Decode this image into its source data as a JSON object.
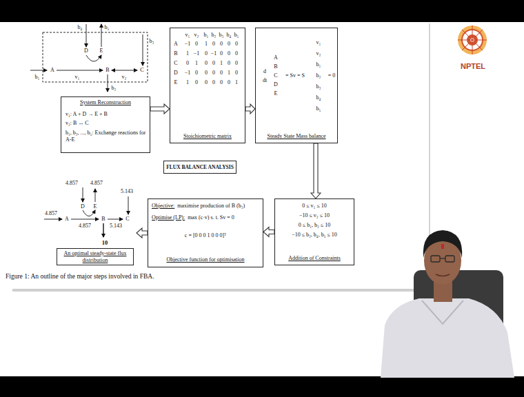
{
  "diagram": {
    "caption": "Figure 1: An outline of the major steps involved in FBA.",
    "nodes": [
      {
        "text": [
          "System Reconstruction",
          "v₁: A + D → E + B",
          "v₂: B ↔ C",
          "b₁, b₂, ..., b₅: Exchange reactions for A-E"
        ]
      },
      {
        "text": [
          "Stoichiometric matrix"
        ]
      },
      {
        "text": [
          "Steady State Mass balance"
        ]
      },
      {
        "text": [
          "FLUX BALANCE ANALYSIS"
        ]
      },
      {
        "text": [
          "0 ≤ v₁ ≤ 10",
          "−10 ≤ v₂ ≤ 10",
          "0 ≤ b₁, b₂ ≤ 10",
          "−10 ≤ b₃, b₄, b₅ ≤ 10",
          "Addition of Constraints"
        ]
      },
      {
        "text": [
          "Objective:",
          "maximise production of B (b₂)",
          "Optimise (LP):",
          "max (c·v) s. t. Sv = 0",
          "c = [0 0 0 1 0 0 0]ᵀ",
          "Objective function for optimisation"
        ]
      },
      {
        "text": [
          "An optimal steady-state flux distribution"
        ]
      }
    ],
    "edges": [
      {
        "from": 0,
        "to": 1,
        "arrow": "to"
      },
      {
        "from": 1,
        "to": 2,
        "arrow": "to"
      },
      {
        "from": 2,
        "to": 4,
        "arrow": "to"
      },
      {
        "from": 4,
        "to": 5,
        "arrow": "to"
      },
      {
        "from": 5,
        "to": 6,
        "arrow": "to"
      }
    ],
    "labels": [
      "b₄",
      "b₅",
      "D",
      "E",
      "b₃",
      "b₁",
      "A",
      "v₁",
      "B",
      "v₂",
      "C",
      "b₂",
      "v₁",
      "v₂",
      "b₁",
      "b₂",
      "b₃",
      "b₄",
      "b₅",
      "A",
      "B",
      "C",
      "D",
      "E",
      "−1",
      "0",
      "1",
      "0",
      "0",
      "0",
      "0",
      "1",
      "−1",
      "0",
      "−1",
      "0",
      "0",
      "0",
      "0",
      "1",
      "0",
      "0",
      "1",
      "0",
      "0",
      "−1",
      "0",
      "0",
      "0",
      "0",
      "1",
      "0",
      "1",
      "0",
      "0",
      "0",
      "0",
      "0",
      "1",
      "d",
      "dt",
      "A",
      "B",
      "C",
      "D",
      "E",
      "= Sv = S",
      "v₁",
      "v₂",
      "b₁",
      "b₂",
      "b₃",
      "b₄",
      "b₅",
      "= 0",
      "4.857",
      "4.857",
      "D",
      "E",
      "5.143",
      "C",
      "4.857",
      "A",
      "4.857",
      "B",
      "5.143",
      "10",
      "NPTEL"
    ]
  }
}
